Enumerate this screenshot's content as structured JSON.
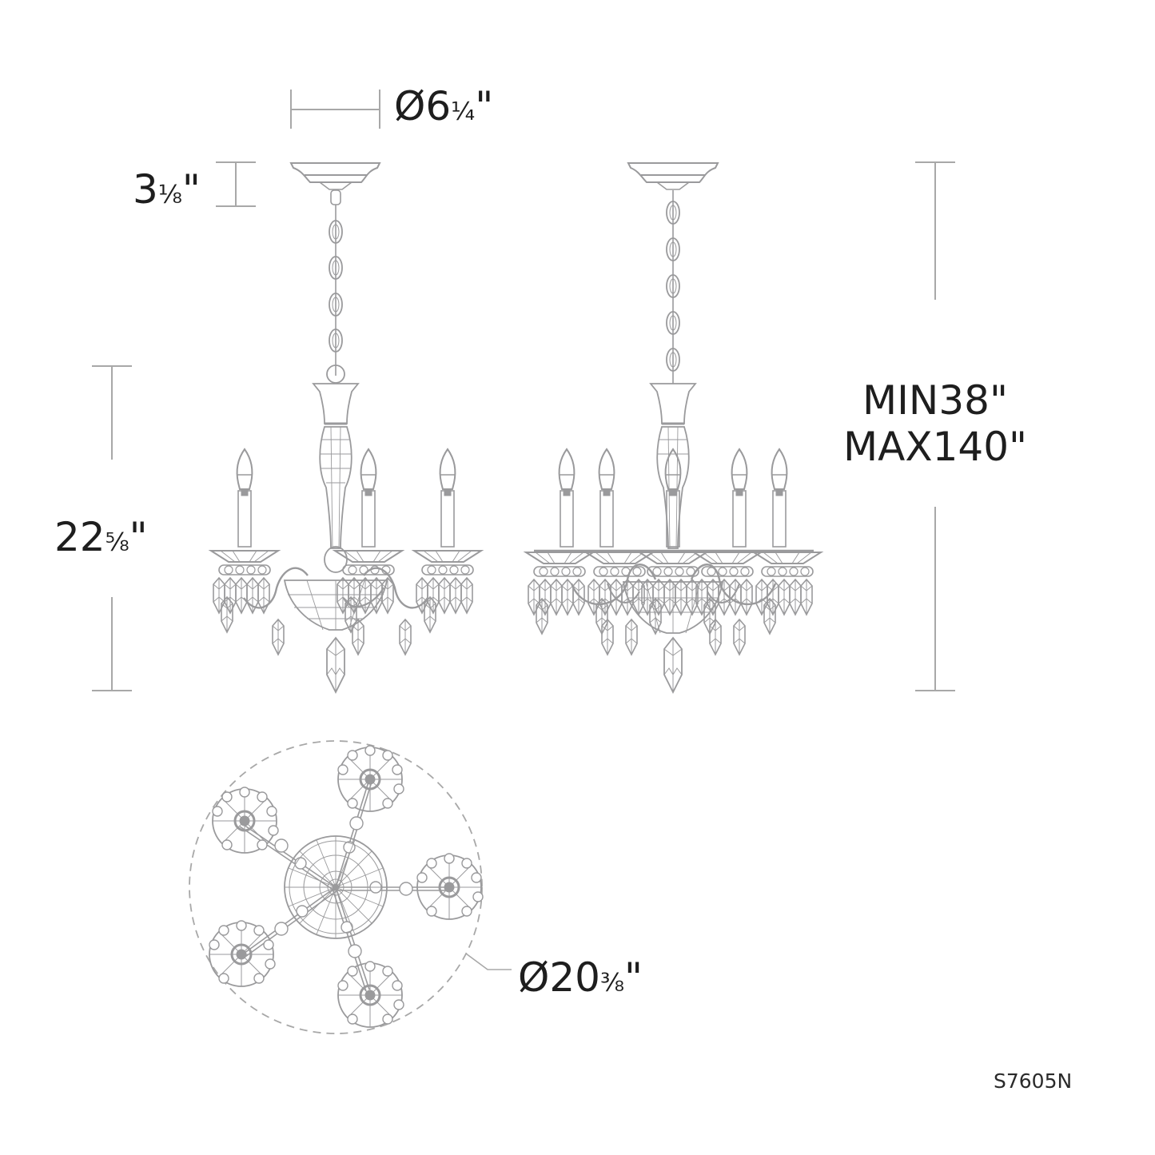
{
  "title": "Chandelier dimension drawing",
  "colors": {
    "background": "#ffffff",
    "drawing_stroke": "#9a9a9c",
    "dimension_line": "#a8a8a8",
    "text": "#1e1e1e"
  },
  "dimensions": {
    "canopy_diameter": {
      "symbol": "Ø",
      "whole": "6",
      "fraction": "¼",
      "unit": "\""
    },
    "canopy_height": {
      "whole": "3",
      "fraction": "⅛",
      "unit": "\""
    },
    "body_height": {
      "whole": "22",
      "fraction": "⅝",
      "unit": "\""
    },
    "overall_height": {
      "min": "MIN38\"",
      "max": "MAX140\""
    },
    "body_diameter": {
      "symbol": "Ø",
      "whole": "20",
      "fraction": "⅜",
      "unit": "\""
    }
  },
  "views": {
    "front_view": {
      "arms_visible": 3
    },
    "side_view": {
      "arms_visible": 5
    },
    "top_view": {
      "arms": 5
    }
  },
  "model_number": "S7605N"
}
